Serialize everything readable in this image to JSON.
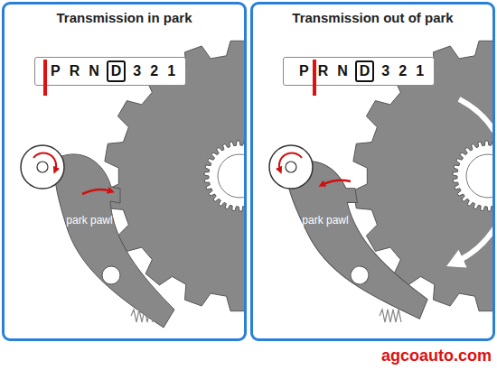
{
  "diagram": {
    "nodes": [
      {
        "text": [
          "Transmission in park"
        ]
      },
      {
        "text": [
          "P",
          "R",
          "N",
          "D",
          "3",
          "2",
          "1"
        ],
        "in": 0
      },
      {
        "text": [
          "park pawl"
        ],
        "in": 0
      },
      {
        "text": [
          "Transmission out of park"
        ]
      },
      {
        "text": [
          "P",
          "R",
          "N",
          "D",
          "3",
          "2",
          "1"
        ],
        "in": 3
      },
      {
        "text": [
          "park pawl"
        ],
        "in": 3
      }
    ],
    "labels": [
      "agcoauto.com"
    ]
  }
}
